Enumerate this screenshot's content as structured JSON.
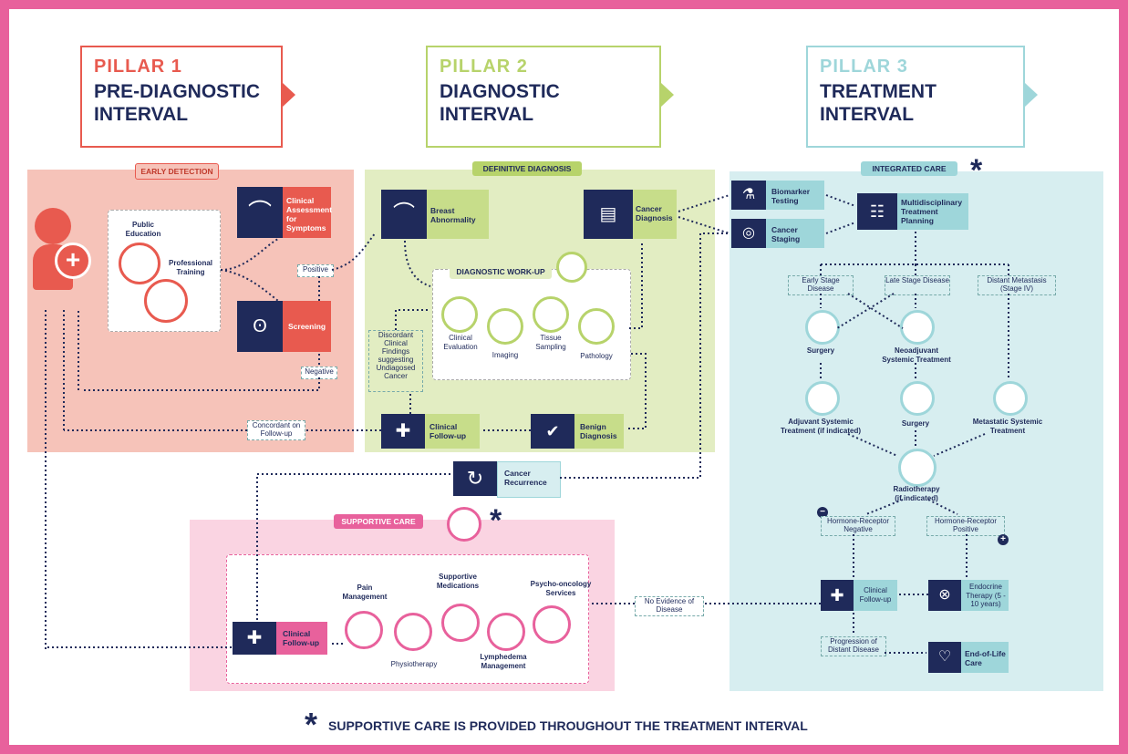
{
  "pillars": [
    {
      "num": "PILLAR 1",
      "title": "PRE-DIAGNOSTIC\nINTERVAL",
      "color": "#e85a4f"
    },
    {
      "num": "PILLAR 2",
      "title": "DIAGNOSTIC\nINTERVAL",
      "color": "#b7d36b"
    },
    {
      "num": "PILLAR 3",
      "title": "TREATMENT\nINTERVAL",
      "color": "#9ed6da"
    }
  ],
  "sections": {
    "early_detection": "EARLY DETECTION",
    "definitive_diagnosis": "DEFINITIVE DIAGNOSIS",
    "integrated_care": "INTEGRATED CARE",
    "supportive_care": "SUPPORTIVE CARE",
    "diagnostic_workup": "DIAGNOSTIC WORK-UP"
  },
  "pillar1": {
    "public_education": "Public Education",
    "professional_training": "Professional Training",
    "clinical_assessment": "Clinical Assessment for Symptoms",
    "screening": "Screening",
    "positive": "Positive",
    "negative": "Negative"
  },
  "pillar2": {
    "breast_abnormality": "Breast Abnormality",
    "cancer_diagnosis": "Cancer Diagnosis",
    "clinical_evaluation": "Clinical Evaluation",
    "imaging": "Imaging",
    "tissue_sampling": "Tissue Sampling",
    "pathology": "Pathology",
    "discordant": "Discordant Clinical Findings suggesting Undiagosed Cancer",
    "clinical_followup": "Clinical Follow-up",
    "benign_diagnosis": "Benign Diagnosis",
    "concordant": "Concordant on Follow-up"
  },
  "recurrence": "Cancer Recurrence",
  "pillar3": {
    "biomarker": "Biomarker Testing",
    "staging": "Cancer Staging",
    "mdt": "Multidisciplinary Treatment Planning",
    "early_stage": "Early Stage Disease",
    "late_stage": "Late Stage Disease",
    "distant": "Distant Metastasis (Stage IV)",
    "surgery": "Surgery",
    "neoadjuvant": "Neoadjuvant Systemic Treatment",
    "adjuvant": "Adjuvant Systemic Treatment (if indicated)",
    "surgery2": "Surgery",
    "metastatic": "Metastatic Systemic Treatment",
    "radiotherapy": "Radiotherapy (if indicated)",
    "hr_neg": "Hormone-Receptor Negative",
    "hr_pos": "Hormone-Receptor Positive",
    "followup": "Clinical Follow-up",
    "endocrine": "Endocrine Therapy (5 - 10 years)",
    "progression": "Progression of Distant Disease",
    "eol": "End-of-Life Care",
    "no_evidence": "No Evidence of Disease"
  },
  "supportive": {
    "clinical_followup": "Clinical Follow-up",
    "pain": "Pain Management",
    "physio": "Physiotherapy",
    "meds": "Supportive Medications",
    "lymph": "Lymphedema Management",
    "psycho": "Psycho-oncology Services"
  },
  "footer": "SUPPORTIVE CARE IS PROVIDED THROUGHOUT THE TREATMENT INTERVAL",
  "asterisk": "*",
  "colors": {
    "navy": "#1f2a5a",
    "red": "#e85a4f",
    "green": "#b7d36b",
    "teal": "#9ed6da",
    "pink": "#e8619c"
  }
}
